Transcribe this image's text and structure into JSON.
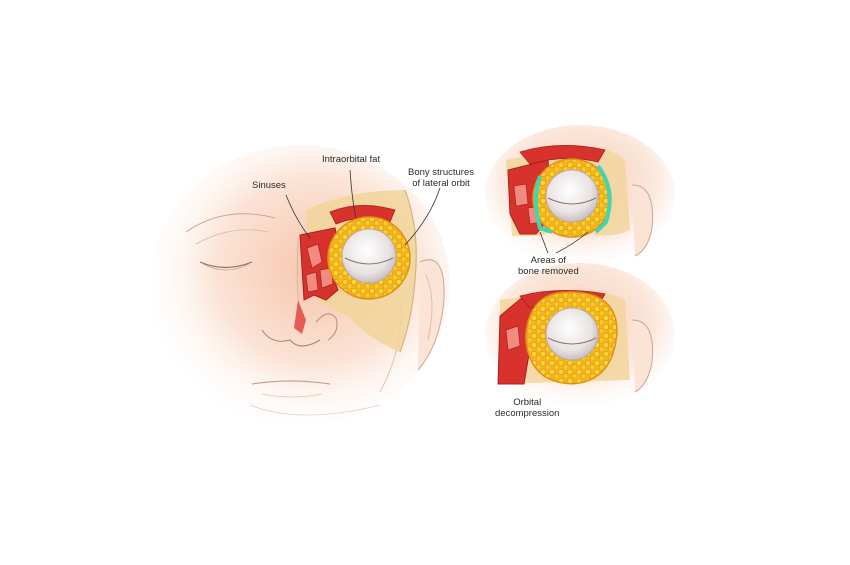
{
  "labels": {
    "sinuses": "Sinuses",
    "intraorbital_fat": "Intraorbital fat",
    "bony_line1": "Bony structures",
    "bony_line2": "of lateral orbit",
    "areas_line1": "Areas of",
    "areas_line2": "bone removed",
    "orbital_line1": "Orbital",
    "orbital_line2": "decompression"
  },
  "colors": {
    "skin": "#fbe6d8",
    "skin_shadow": "#f3cdb6",
    "sinus_red": "#d8322c",
    "sinus_dark": "#a82020",
    "bone": "#f1d59a",
    "fat_yellow": "#f7c91a",
    "fat_orange": "#ef9a16",
    "eyeball": "#ece8e8",
    "removed_bone": "#3fd6b3",
    "line": "#333333"
  }
}
